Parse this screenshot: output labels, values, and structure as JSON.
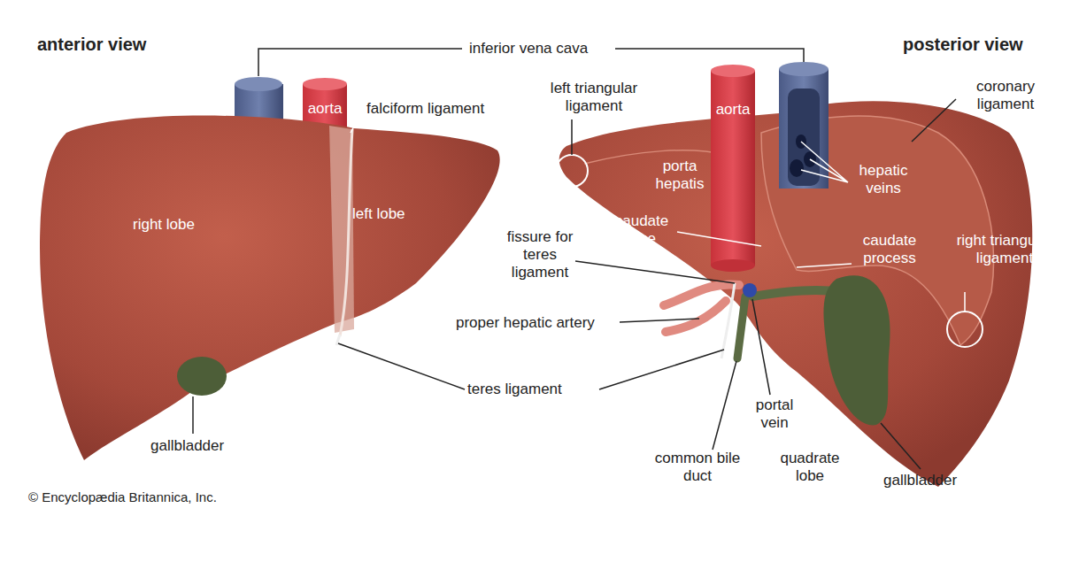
{
  "diagram": {
    "labels": [
      "anterior view",
      "posterior view",
      "inferior vena cava",
      "aorta",
      "falciform ligament",
      "right lobe",
      "left lobe",
      "gallbladder",
      "left triangular ligament",
      "aorta",
      "coronary ligament",
      "porta hepatis",
      "hepatic veins",
      "caudate lobe",
      "caudate process",
      "right triangular ligament",
      "fissure for teres ligament",
      "proper hepatic artery",
      "teres ligament",
      "common bile duct",
      "portal vein",
      "quadrate lobe",
      "gallbladder",
      "© Encyclopædia Britannica, Inc."
    ]
  }
}
